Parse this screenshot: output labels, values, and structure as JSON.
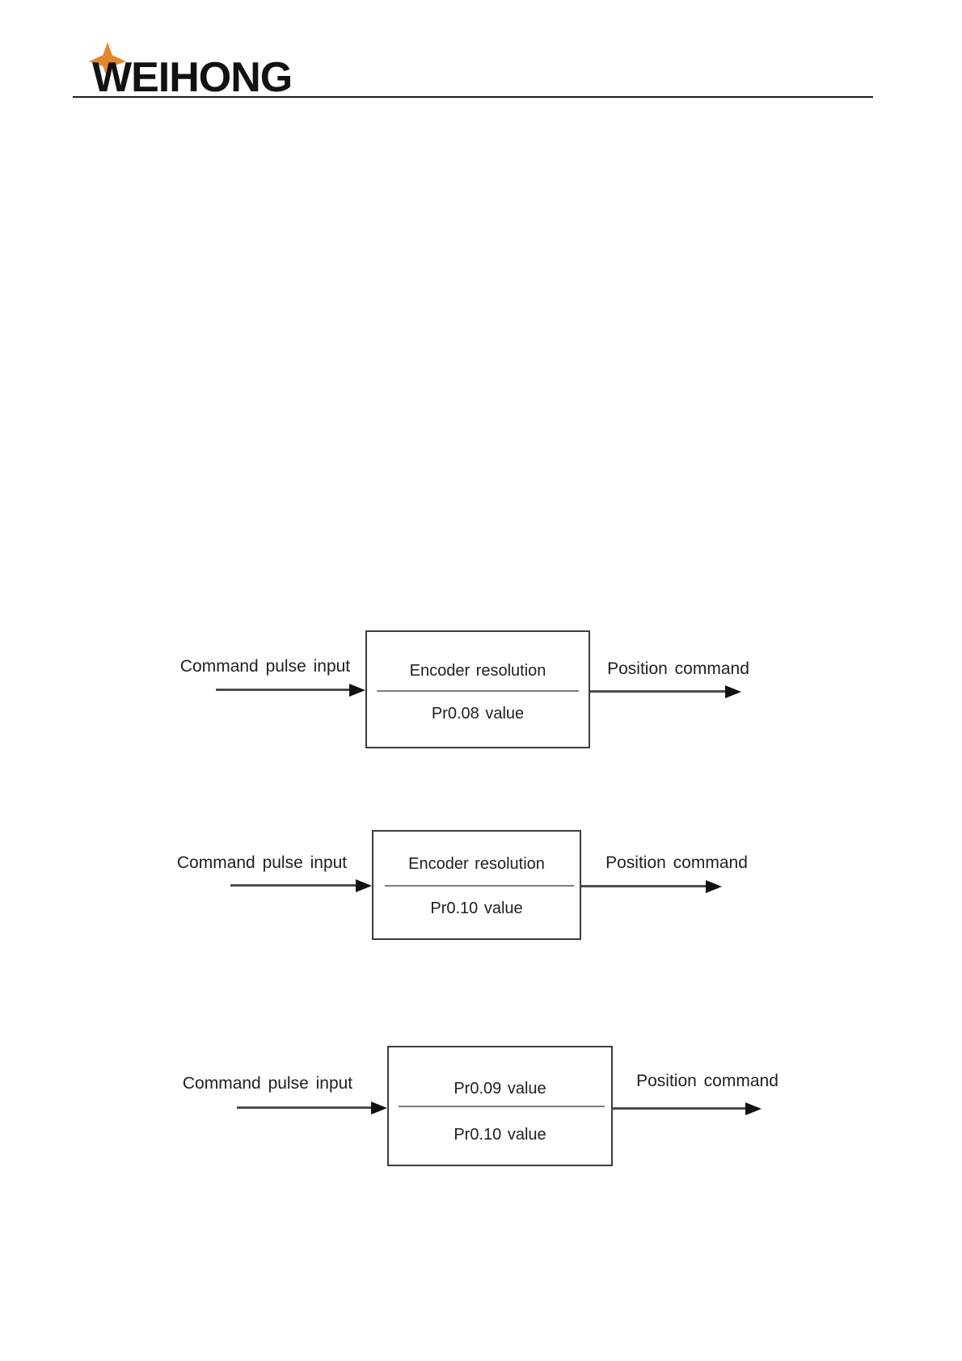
{
  "header": {
    "logo_text": "WEIHONG",
    "logo_star_color": "#E3892B",
    "logo_text_color": "#121212",
    "rule_color": "#1c1c1c"
  },
  "diagrams": [
    {
      "input_label": "Command pulse input",
      "numerator": "Encoder resolution",
      "denominator": "Pr0.08 value",
      "output_label": "Position command"
    },
    {
      "input_label": "Command pulse input",
      "numerator": "Encoder resolution",
      "denominator": "Pr0.10 value",
      "output_label": "Position command"
    },
    {
      "input_label": "Command pulse input",
      "numerator": "Pr0.09 value",
      "denominator": "Pr0.10 value",
      "output_label": "Position command"
    }
  ],
  "colors": {
    "arrow_shaft": "#4d4d4d",
    "arrow_head": "#111111",
    "box_border": "#3d3d3d",
    "fraction_divider": "#7d7d7d",
    "text": "#1f1f1f",
    "background": "#ffffff"
  }
}
